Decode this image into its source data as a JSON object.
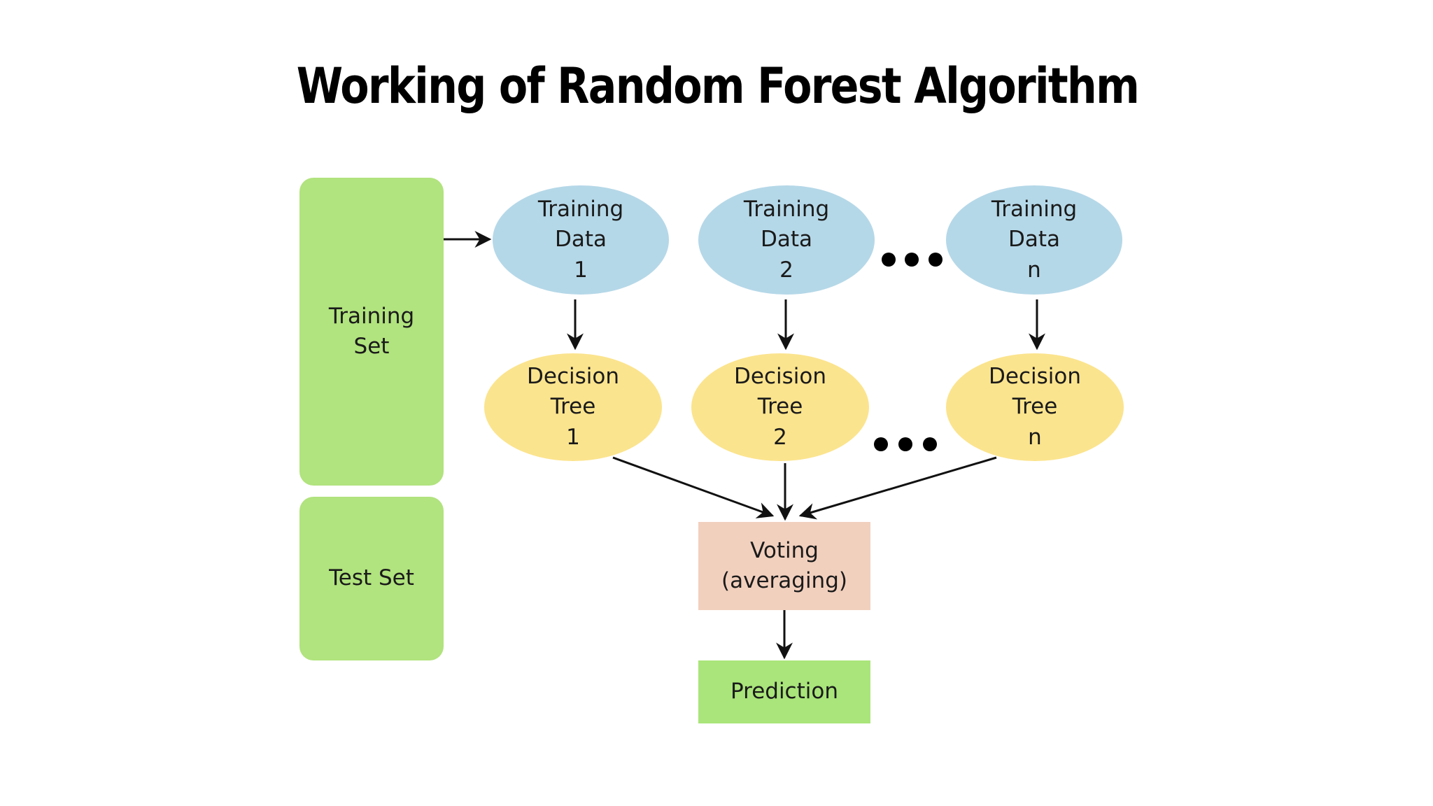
{
  "title": "Working of Random Forest Algorithm",
  "colors": {
    "set_green": "#b1e37e",
    "data_blue": "#b5d8e8",
    "tree_yellow": "#fbe48e",
    "voting_peach": "#f2d0be",
    "prediction_green": "#a9e57a",
    "arrow": "#111111"
  },
  "sets": {
    "training": "Training\nSet",
    "test": "Test Set"
  },
  "training_data": [
    {
      "label": "Training\nData\n1"
    },
    {
      "label": "Training\nData\n2"
    },
    {
      "label": "Training\nData\nn"
    }
  ],
  "decision_trees": [
    {
      "label": "Decision\nTree\n1"
    },
    {
      "label": "Decision\nTree\n2"
    },
    {
      "label": "Decision\nTree\nn"
    }
  ],
  "voting": "Voting\n(averaging)",
  "prediction": "Prediction"
}
